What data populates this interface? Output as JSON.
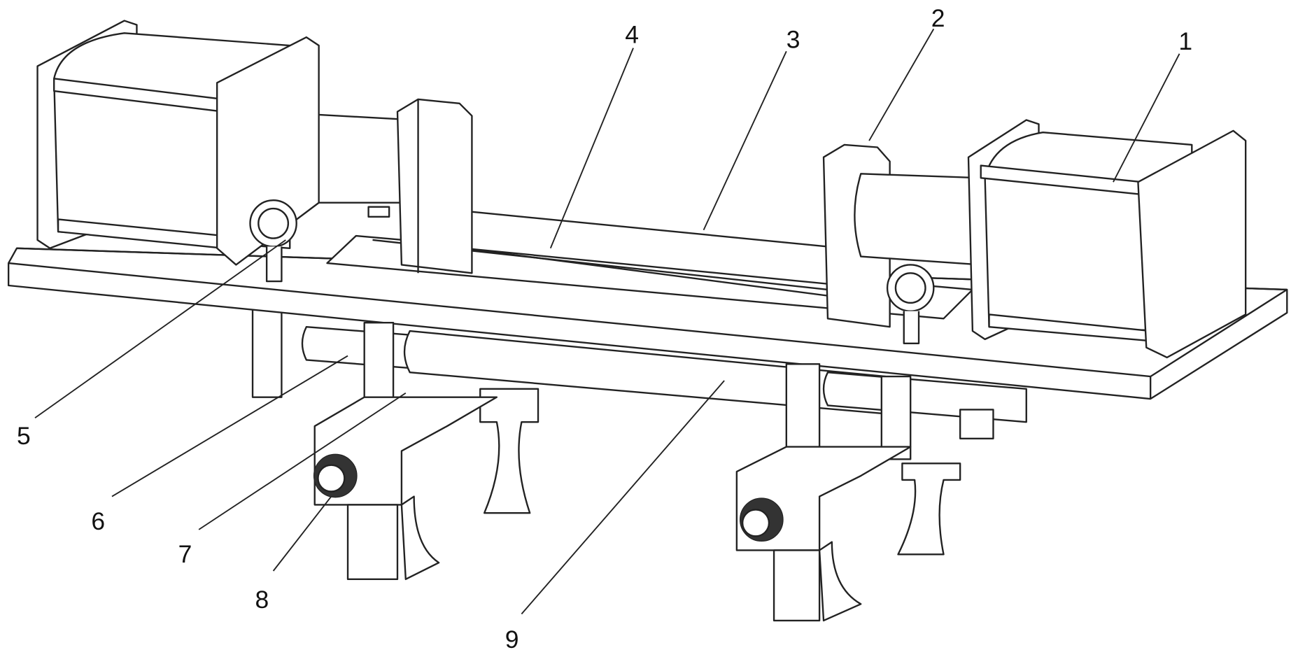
{
  "figure": {
    "type": "patent-style perspective line drawing",
    "labels": [
      "1",
      "2",
      "3",
      "4",
      "5",
      "6",
      "7",
      "8",
      "9"
    ]
  },
  "colors": {
    "line": "#222222",
    "background": "#ffffff"
  }
}
